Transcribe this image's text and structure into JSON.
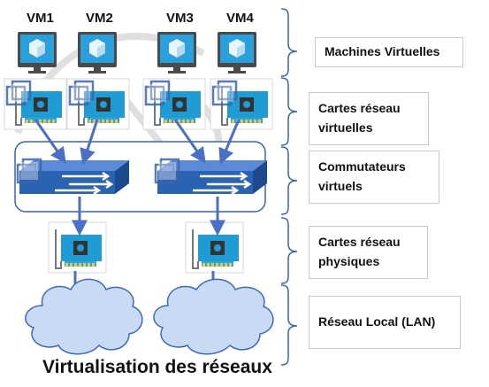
{
  "vms": [
    {
      "label": "VM1"
    },
    {
      "label": "VM2"
    },
    {
      "label": "VM3"
    },
    {
      "label": "VM4"
    }
  ],
  "layers": {
    "machines": "Machines Virtuelles",
    "virtual_nics": "Cartes réseau virtuelles",
    "virtual_switches": "Commutateurs virtuels",
    "physical_nics": "Cartes réseau physiques",
    "lan": "Réseau Local (LAN)"
  },
  "footer": "Virtualisation des réseaux",
  "icons": {
    "monitor": "monitor-icon",
    "vm": "virtual-machine-icon",
    "nic": "network-card-icon",
    "switch": "switch-icon",
    "cloud": "cloud-icon",
    "brace": "brace-icon"
  },
  "colors": {
    "arrow": "#4a6fc3",
    "nic_board": "#1f9bd6",
    "switch_body": "#2b63b3",
    "brace": "#3d64a8",
    "cloud_fill": "#c9daf4",
    "cloud_stroke": "#3e6ab8",
    "vm_screen": "#2aa0dc",
    "monitor_frame": "#4a4a4a"
  }
}
